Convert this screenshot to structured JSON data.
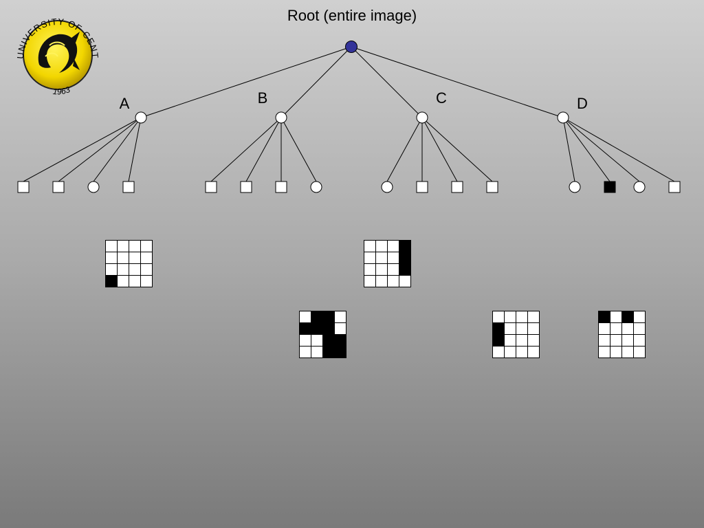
{
  "slide": {
    "title": "Root (entire image)",
    "logo": {
      "text_top": "UNIVERSITY OF CENTRAL FLORIDA",
      "text_bottom": "1963",
      "icon": "pegasus-seal-icon"
    }
  },
  "tree": {
    "root": {
      "fill": "#333399"
    },
    "children": [
      {
        "label": "A",
        "leaves": [
          "square-white",
          "square-white",
          "circle-white",
          "square-white"
        ]
      },
      {
        "label": "B",
        "leaves": [
          "square-white",
          "square-white",
          "square-white",
          "circle-white"
        ]
      },
      {
        "label": "C",
        "leaves": [
          "circle-white",
          "square-white",
          "square-white",
          "square-white"
        ]
      },
      {
        "label": "D",
        "leaves": [
          "circle-white",
          "square-black",
          "circle-white",
          "square-white"
        ]
      }
    ]
  },
  "grids": [
    {
      "id": "grid-a",
      "cells": [
        [
          0,
          0,
          0,
          0
        ],
        [
          0,
          0,
          0,
          0
        ],
        [
          0,
          0,
          0,
          0
        ],
        [
          1,
          0,
          0,
          0
        ]
      ]
    },
    {
      "id": "grid-c",
      "cells": [
        [
          0,
          0,
          0,
          1
        ],
        [
          0,
          0,
          0,
          1
        ],
        [
          0,
          0,
          0,
          1
        ],
        [
          0,
          0,
          0,
          0
        ]
      ]
    },
    {
      "id": "grid-b",
      "cells": [
        [
          0,
          1,
          1,
          0
        ],
        [
          1,
          1,
          1,
          0
        ],
        [
          0,
          0,
          1,
          1
        ],
        [
          0,
          0,
          1,
          1
        ]
      ]
    },
    {
      "id": "grid-e",
      "cells": [
        [
          0,
          0,
          0,
          0
        ],
        [
          1,
          0,
          0,
          0
        ],
        [
          1,
          0,
          0,
          0
        ],
        [
          0,
          0,
          0,
          0
        ]
      ]
    },
    {
      "id": "grid-d",
      "cells": [
        [
          1,
          0,
          1,
          0
        ],
        [
          0,
          0,
          0,
          0
        ],
        [
          0,
          0,
          0,
          0
        ],
        [
          0,
          0,
          0,
          0
        ]
      ]
    }
  ],
  "colors": {
    "black": "#000000",
    "white": "#ffffff",
    "line": "#000000",
    "root": "#333399"
  }
}
